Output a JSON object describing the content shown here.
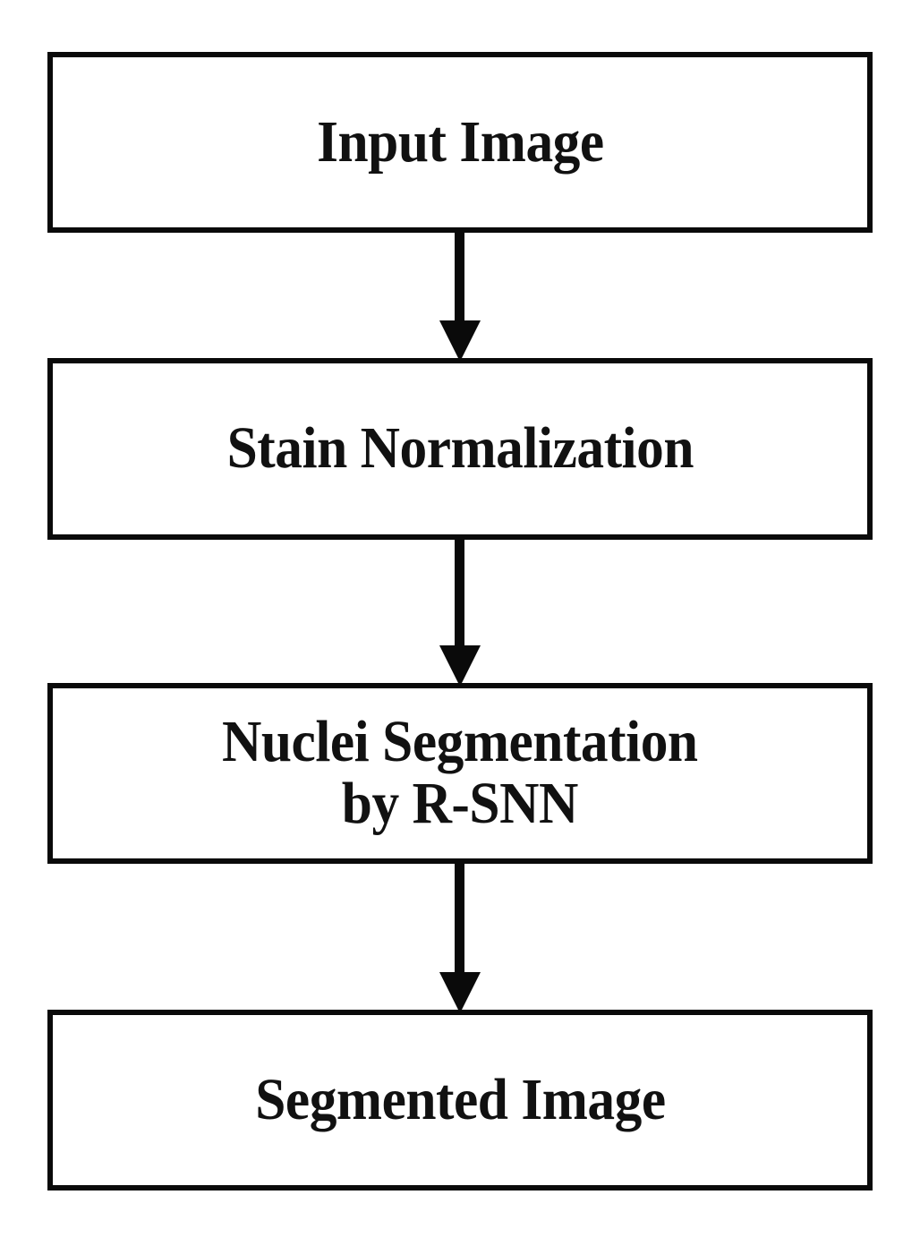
{
  "diagram": {
    "title": "Nuclei segmentation pipeline flowchart",
    "orientation": "vertical top-to-bottom",
    "background_color": "#ffffff",
    "stroke_color": "#0a0a0a",
    "text_color": "#111111",
    "nodes": [
      {
        "id": "input-image",
        "label": "Input Image",
        "shape": "rectangle",
        "order": 1
      },
      {
        "id": "stain-normalization",
        "label": "Stain Normalization",
        "shape": "rectangle",
        "order": 2
      },
      {
        "id": "nuclei-segmentation",
        "label": "Nuclei Segmentation\nby R-SNN",
        "shape": "rectangle",
        "order": 3
      },
      {
        "id": "segmented-image",
        "label": "Segmented Image",
        "shape": "rectangle",
        "order": 4
      }
    ],
    "edges": [
      {
        "id": "edge-1",
        "from": "input-image",
        "to": "stain-normalization",
        "label": "",
        "arrowhead": "filled-triangle",
        "direction": "down"
      },
      {
        "id": "edge-2",
        "from": "stain-normalization",
        "to": "nuclei-segmentation",
        "label": "",
        "arrowhead": "filled-triangle",
        "direction": "down"
      },
      {
        "id": "edge-3",
        "from": "nuclei-segmentation",
        "to": "segmented-image",
        "label": "",
        "arrowhead": "filled-triangle",
        "direction": "down"
      }
    ]
  }
}
